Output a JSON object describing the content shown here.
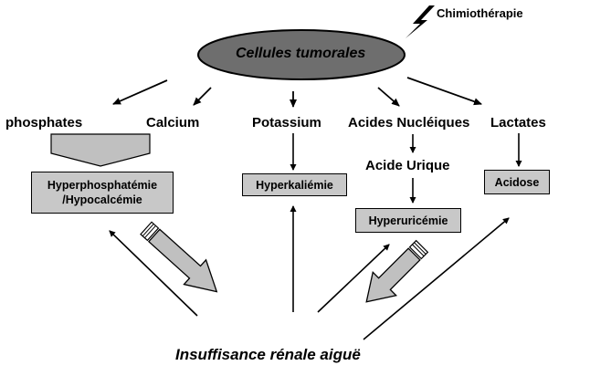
{
  "diagram": {
    "trigger": "Chimiothérapie",
    "source": "Cellules tumorales",
    "products": {
      "phosphates": "phosphates",
      "calcium": "Calcium",
      "potassium": "Potassium",
      "nucleic_acids": "Acides Nucléiques",
      "lactates": "Lactates",
      "uric_acid": "Acide Urique"
    },
    "disorders": {
      "phospho_line1": "Hyperphosphatémie",
      "phospho_line2": "/Hypocalcémie",
      "hyperkalemia": "Hyperkaliémie",
      "hyperuricemia": "Hyperuricémie",
      "acidosis": "Acidose"
    },
    "outcome": "Insuffisance rénale aiguë"
  }
}
